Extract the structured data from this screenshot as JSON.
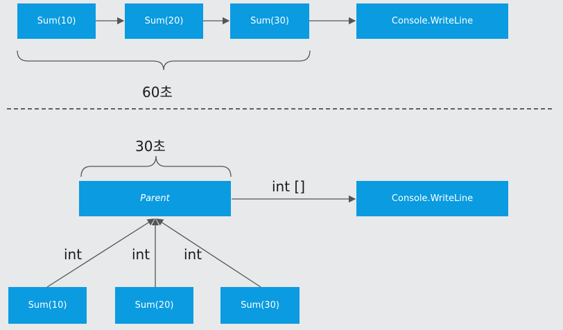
{
  "top": {
    "boxes": [
      "Sum(10)",
      "Sum(20)",
      "Sum(30)",
      "Console.WriteLine"
    ],
    "duration_label": "60초"
  },
  "bottom": {
    "duration_label": "30초",
    "parent_label": "Parent",
    "output_box": "Console.WriteLine",
    "arrow_label": "int []",
    "children": [
      "Sum(10)",
      "Sum(20)",
      "Sum(30)"
    ],
    "edge_labels": [
      "int",
      "int",
      "int"
    ]
  },
  "colors": {
    "box_fill": "#0a9be0",
    "box_text": "#ffffff",
    "line": "#555555",
    "background": "#e8e9ea"
  }
}
